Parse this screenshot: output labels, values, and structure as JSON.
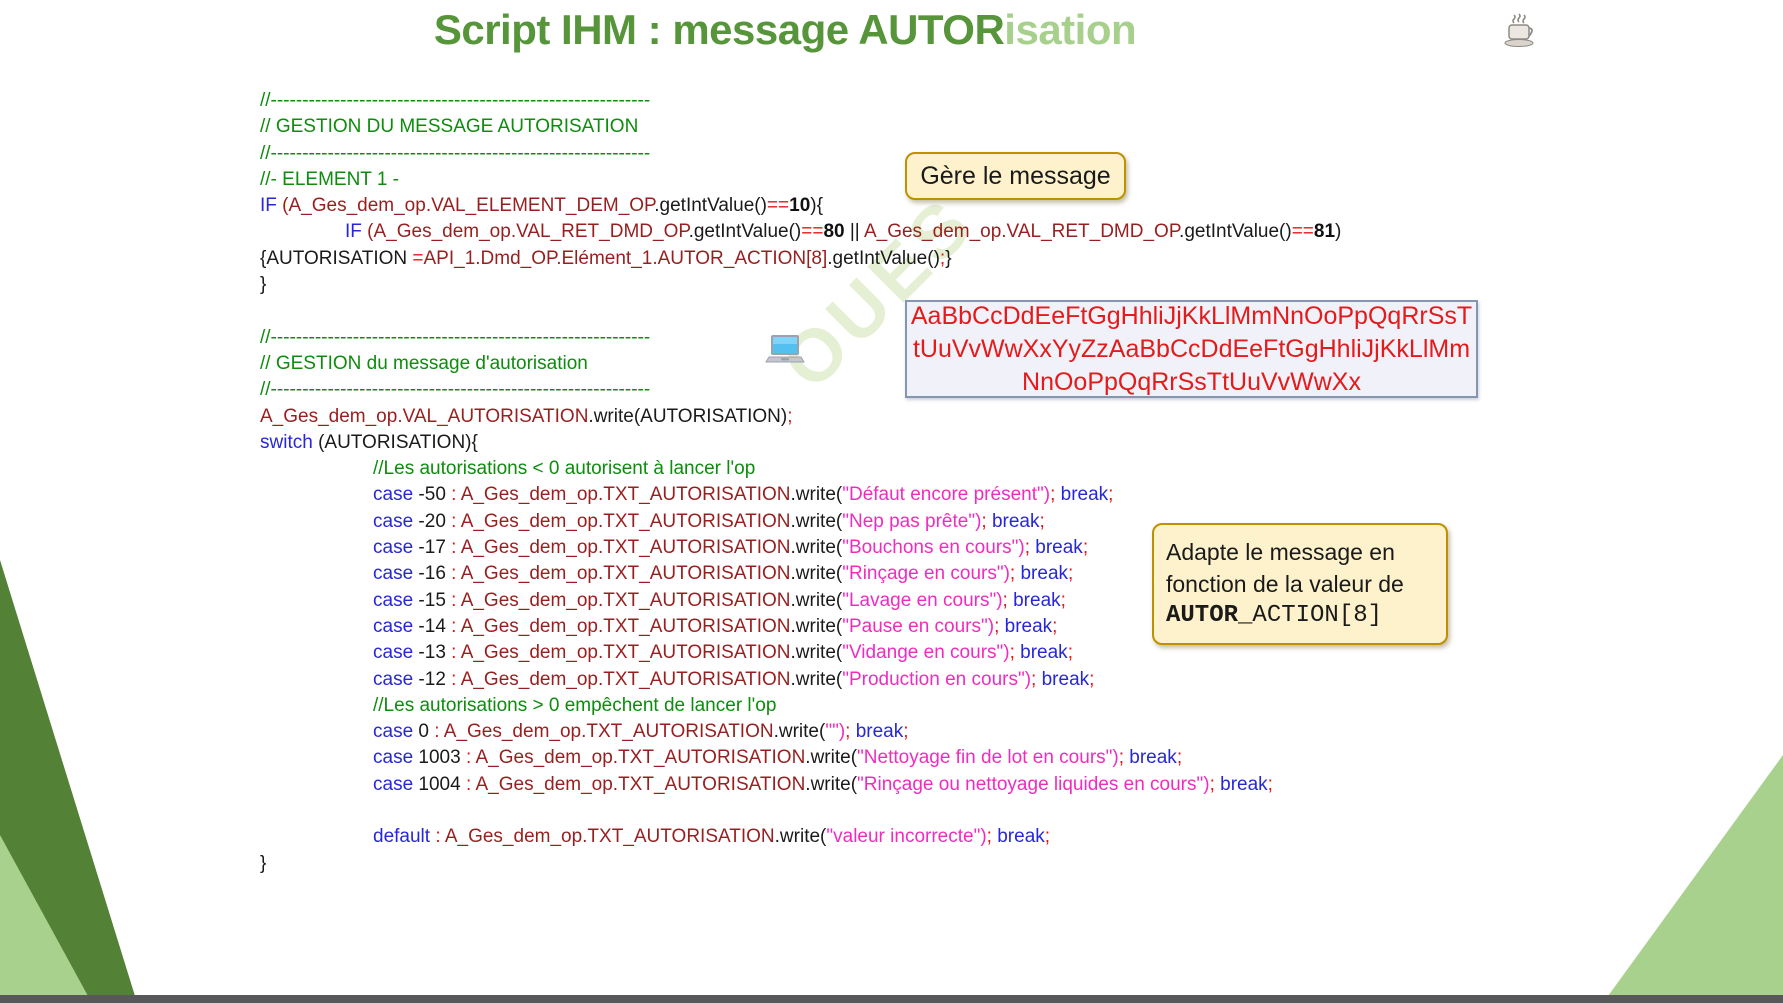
{
  "title": {
    "main": "Script IHM : message AUTOR",
    "suffix": "isation"
  },
  "callouts": {
    "gere": {
      "text": "Gère le message"
    },
    "adapte": {
      "line1": "Adapte le message en",
      "line2": "fonction de la valeur de",
      "code_bold": "AUTOR",
      "code_rest": "_ACTION[8]"
    },
    "alphabet": {
      "line1": "AaBbCcDdEeFtGgHhliJjKkLlMmNnOoPpQqRrSsT",
      "line2": "tUuVvWwXxYyZzAaBbCcDdEeFtGgHhliJjKkLlMm",
      "line3": "NnOoPpQqRrSsTtUuVvWwXx"
    }
  },
  "watermark": "OUES",
  "icons": {
    "coffee": "coffee-cup-icon",
    "laptop": "laptop-icon"
  },
  "colors": {
    "comment_green": "#0d8c0d",
    "keyword_blue": "#2727d9",
    "identifier_darkred": "#981f1f",
    "string_magenta": "#f02cbe",
    "operator_red": "#e51515",
    "code_black": "#1a1a1a",
    "title_green": "#56953a",
    "title_light_green": "#a8d08d",
    "callout_fill": "#fdf2cc",
    "callout_border": "#bf9000",
    "alphabet_red": "#e31b1b",
    "alphabet_fill": "#f1f1f9",
    "alphabet_border": "#8496b0",
    "triangle_light": "#a9d18e",
    "triangle_dark": "#538135",
    "bottom_bar": "#58585a"
  },
  "code": {
    "lines": [
      {
        "indent": 0,
        "tokens": [
          [
            "cmt",
            "//------------------------------------------------------------"
          ]
        ]
      },
      {
        "indent": 0,
        "tokens": [
          [
            "cmt",
            "// GESTION DU MESSAGE AUTORISATION"
          ]
        ]
      },
      {
        "indent": 0,
        "tokens": [
          [
            "cmt",
            "//------------------------------------------------------------"
          ]
        ]
      },
      {
        "indent": 0,
        "tokens": [
          [
            "cmt",
            "//- ELEMENT 1 -"
          ]
        ]
      },
      {
        "indent": 0,
        "tokens": [
          [
            "kw",
            "IF"
          ],
          [
            "txt",
            " "
          ],
          [
            "id",
            "(A_Ges_dem_op.VAL_ELEMENT_DEM_OP"
          ],
          [
            "txt",
            ".getIntValue()"
          ],
          [
            "op",
            "=="
          ],
          [
            "num",
            "10"
          ],
          [
            "txt",
            "){"
          ]
        ]
      },
      {
        "indent": 85,
        "tokens": [
          [
            "kw",
            "IF"
          ],
          [
            "txt",
            " "
          ],
          [
            "id",
            "(A_Ges_dem_op.VAL_RET_DMD_OP"
          ],
          [
            "txt",
            ".getIntValue()"
          ],
          [
            "op",
            "=="
          ],
          [
            "num",
            "80"
          ],
          [
            "txt",
            " || "
          ],
          [
            "id",
            "A_Ges_dem_op.VAL_RET_DMD_OP"
          ],
          [
            "txt",
            ".getIntValue()"
          ],
          [
            "op",
            "=="
          ],
          [
            "num",
            "81"
          ],
          [
            "txt",
            ")"
          ]
        ]
      },
      {
        "indent": 0,
        "tokens": [
          [
            "txt",
            "{AUTORISATION "
          ],
          [
            "op",
            "="
          ],
          [
            "id",
            "API_1.Dmd_OP.Elément_1.AUTOR_ACTION[8]"
          ],
          [
            "txt",
            ".getIntValue()"
          ],
          [
            "op",
            ";"
          ],
          [
            "txt",
            "}"
          ]
        ]
      },
      {
        "indent": 0,
        "tokens": [
          [
            "txt",
            "}"
          ]
        ]
      },
      {
        "indent": 0,
        "tokens": []
      },
      {
        "indent": 0,
        "tokens": [
          [
            "cmt",
            "//------------------------------------------------------------"
          ]
        ]
      },
      {
        "indent": 0,
        "tokens": [
          [
            "cmt",
            "// GESTION du message d'autorisation"
          ]
        ]
      },
      {
        "indent": 0,
        "tokens": [
          [
            "cmt",
            "//------------------------------------------------------------"
          ]
        ]
      },
      {
        "indent": 0,
        "tokens": [
          [
            "id",
            "A_Ges_dem_op.VAL_AUTORISATION"
          ],
          [
            "txt",
            ".write(AUTORISATION)"
          ],
          [
            "op",
            ";"
          ]
        ]
      },
      {
        "indent": 0,
        "tokens": [
          [
            "kw",
            "switch"
          ],
          [
            "txt",
            " (AUTORISATION){"
          ]
        ]
      },
      {
        "indent": 113,
        "tokens": [
          [
            "cmt",
            "//Les autorisations < 0 autorisent à lancer l'op"
          ]
        ]
      },
      {
        "indent": 113,
        "tokens": [
          [
            "kw",
            "case"
          ],
          [
            "txt",
            " -50 "
          ],
          [
            "op",
            ": "
          ],
          [
            "id",
            "A_Ges_dem_op.TXT_AUTORISATION"
          ],
          [
            "txt",
            ".write("
          ],
          [
            "str",
            "\"Défaut encore présent\")"
          ],
          [
            "op",
            "; "
          ],
          [
            "kw",
            "break"
          ],
          [
            "op",
            ";"
          ]
        ]
      },
      {
        "indent": 113,
        "tokens": [
          [
            "kw",
            "case"
          ],
          [
            "txt",
            " -20 "
          ],
          [
            "op",
            ": "
          ],
          [
            "id",
            "A_Ges_dem_op.TXT_AUTORISATION"
          ],
          [
            "txt",
            ".write("
          ],
          [
            "str",
            "\"Nep pas prête\")"
          ],
          [
            "op",
            "; "
          ],
          [
            "kw",
            "break"
          ],
          [
            "op",
            ";"
          ]
        ]
      },
      {
        "indent": 113,
        "tokens": [
          [
            "kw",
            "case"
          ],
          [
            "txt",
            " -17 "
          ],
          [
            "op",
            ": "
          ],
          [
            "id",
            "A_Ges_dem_op.TXT_AUTORISATION"
          ],
          [
            "txt",
            ".write("
          ],
          [
            "str",
            "\"Bouchons en cours\")"
          ],
          [
            "op",
            "; "
          ],
          [
            "kw",
            "break"
          ],
          [
            "op",
            ";"
          ]
        ]
      },
      {
        "indent": 113,
        "tokens": [
          [
            "kw",
            "case"
          ],
          [
            "txt",
            " -16 "
          ],
          [
            "op",
            ": "
          ],
          [
            "id",
            "A_Ges_dem_op.TXT_AUTORISATION"
          ],
          [
            "txt",
            ".write("
          ],
          [
            "str",
            "\"Rinçage en cours\")"
          ],
          [
            "op",
            "; "
          ],
          [
            "kw",
            "break"
          ],
          [
            "op",
            ";"
          ]
        ]
      },
      {
        "indent": 113,
        "tokens": [
          [
            "kw",
            "case"
          ],
          [
            "txt",
            " -15 "
          ],
          [
            "op",
            ": "
          ],
          [
            "id",
            "A_Ges_dem_op.TXT_AUTORISATION"
          ],
          [
            "txt",
            ".write("
          ],
          [
            "str",
            "\"Lavage en cours\")"
          ],
          [
            "op",
            "; "
          ],
          [
            "kw",
            "break"
          ],
          [
            "op",
            ";"
          ]
        ]
      },
      {
        "indent": 113,
        "tokens": [
          [
            "kw",
            "case"
          ],
          [
            "txt",
            " -14 "
          ],
          [
            "op",
            ": "
          ],
          [
            "id",
            "A_Ges_dem_op.TXT_AUTORISATION"
          ],
          [
            "txt",
            ".write("
          ],
          [
            "str",
            "\"Pause en cours\")"
          ],
          [
            "op",
            "; "
          ],
          [
            "kw",
            "break"
          ],
          [
            "op",
            ";"
          ]
        ]
      },
      {
        "indent": 113,
        "tokens": [
          [
            "kw",
            "case"
          ],
          [
            "txt",
            " -13 "
          ],
          [
            "op",
            ": "
          ],
          [
            "id",
            "A_Ges_dem_op.TXT_AUTORISATION"
          ],
          [
            "txt",
            ".write("
          ],
          [
            "str",
            "\"Vidange en cours\")"
          ],
          [
            "op",
            "; "
          ],
          [
            "kw",
            "break"
          ],
          [
            "op",
            ";"
          ]
        ]
      },
      {
        "indent": 113,
        "tokens": [
          [
            "kw",
            "case"
          ],
          [
            "txt",
            " -12 "
          ],
          [
            "op",
            ": "
          ],
          [
            "id",
            "A_Ges_dem_op.TXT_AUTORISATION"
          ],
          [
            "txt",
            ".write("
          ],
          [
            "str",
            "\"Production en cours\")"
          ],
          [
            "op",
            "; "
          ],
          [
            "kw",
            "break"
          ],
          [
            "op",
            ";"
          ]
        ]
      },
      {
        "indent": 113,
        "tokens": [
          [
            "cmt",
            "//Les autorisations > 0 empêchent de lancer l'op"
          ]
        ]
      },
      {
        "indent": 113,
        "tokens": [
          [
            "kw",
            "case"
          ],
          [
            "txt",
            " 0 "
          ],
          [
            "op",
            ": "
          ],
          [
            "id",
            "A_Ges_dem_op.TXT_AUTORISATION"
          ],
          [
            "txt",
            ".write("
          ],
          [
            "str",
            "\"\")"
          ],
          [
            "op",
            "; "
          ],
          [
            "kw",
            "break"
          ],
          [
            "op",
            ";"
          ]
        ]
      },
      {
        "indent": 113,
        "tokens": [
          [
            "kw",
            "case"
          ],
          [
            "txt",
            " 1003 "
          ],
          [
            "op",
            ": "
          ],
          [
            "id",
            "A_Ges_dem_op.TXT_AUTORISATION"
          ],
          [
            "txt",
            ".write("
          ],
          [
            "str",
            "\"Nettoyage fin de lot en cours\")"
          ],
          [
            "op",
            "; "
          ],
          [
            "kw",
            "break"
          ],
          [
            "op",
            ";"
          ]
        ]
      },
      {
        "indent": 113,
        "tokens": [
          [
            "kw",
            "case"
          ],
          [
            "txt",
            " 1004 "
          ],
          [
            "op",
            ": "
          ],
          [
            "id",
            "A_Ges_dem_op.TXT_AUTORISATION"
          ],
          [
            "txt",
            ".write("
          ],
          [
            "str",
            "\"Rinçage ou nettoyage liquides en cours\")"
          ],
          [
            "op",
            "; "
          ],
          [
            "kw",
            "break"
          ],
          [
            "op",
            ";"
          ]
        ]
      },
      {
        "indent": 0,
        "tokens": []
      },
      {
        "indent": 113,
        "tokens": [
          [
            "kw",
            "default"
          ],
          [
            "txt",
            " "
          ],
          [
            "op",
            ": "
          ],
          [
            "id",
            "A_Ges_dem_op.TXT_AUTORISATION"
          ],
          [
            "txt",
            ".write("
          ],
          [
            "str",
            "\"valeur incorrecte\")"
          ],
          [
            "op",
            "; "
          ],
          [
            "kw",
            "break"
          ],
          [
            "op",
            ";"
          ]
        ]
      },
      {
        "indent": 0,
        "tokens": [
          [
            "txt",
            "}"
          ]
        ]
      }
    ]
  }
}
